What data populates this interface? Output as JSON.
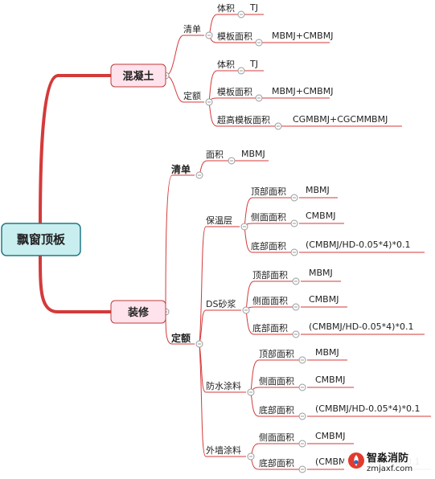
{
  "root": {
    "label": "飘窗顶板"
  },
  "branches": {
    "concrete": {
      "label": "混凝土",
      "qingdan": {
        "label": "清单",
        "items": [
          {
            "label": "体积",
            "formula": "TJ"
          },
          {
            "label": "模板面积",
            "formula": "MBMJ+CMBMJ"
          }
        ]
      },
      "dinge": {
        "label": "定额",
        "items": [
          {
            "label": "体积",
            "formula": "TJ"
          },
          {
            "label": "模板面积",
            "formula": "MBMJ+CMBMJ"
          },
          {
            "label": "超高模板面积",
            "formula": "CGMBMJ+CGCMMBMJ"
          }
        ]
      }
    },
    "decoration": {
      "label": "装修",
      "qingdan": {
        "label": "清单",
        "items": [
          {
            "label": "面积",
            "formula": "MBMJ"
          }
        ]
      },
      "dinge": {
        "label": "定额",
        "groups": [
          {
            "label": "保温层",
            "items": [
              {
                "label": "顶部面积",
                "formula": "MBMJ"
              },
              {
                "label": "侧面面积",
                "formula": "CMBMJ"
              },
              {
                "label": "底部面积",
                "formula": "(CMBMJ/HD-0.05*4)*0.1"
              }
            ]
          },
          {
            "label": "DS砂浆",
            "items": [
              {
                "label": "顶部面积",
                "formula": "MBMJ"
              },
              {
                "label": "侧面面积",
                "formula": "CMBMJ"
              },
              {
                "label": "底部面积",
                "formula": "(CMBMJ/HD-0.05*4)*0.1"
              }
            ]
          },
          {
            "label": "防水涂料",
            "items": [
              {
                "label": "顶部面积",
                "formula": "MBMJ"
              },
              {
                "label": "侧面面积",
                "formula": "CMBMJ"
              },
              {
                "label": "底部面积",
                "formula": "(CMBMJ/HD-0.05*4)*0.1"
              }
            ]
          },
          {
            "label": "外墙涂料",
            "items": [
              {
                "label": "侧面面积",
                "formula": "CMBMJ"
              },
              {
                "label": "底部面积",
                "formula": "(CMBMJ/HD-0.05*4)*0.1"
              }
            ]
          }
        ]
      }
    }
  },
  "watermark": {
    "name": "智淼消防",
    "url": "zmjaxf.com"
  },
  "colors": {
    "line": "#d43a3a",
    "root_fill": "#c9eef0",
    "root_stroke": "#1f7a80",
    "node_fill": "#ffe3ec",
    "node_stroke": "#c03a3a"
  }
}
